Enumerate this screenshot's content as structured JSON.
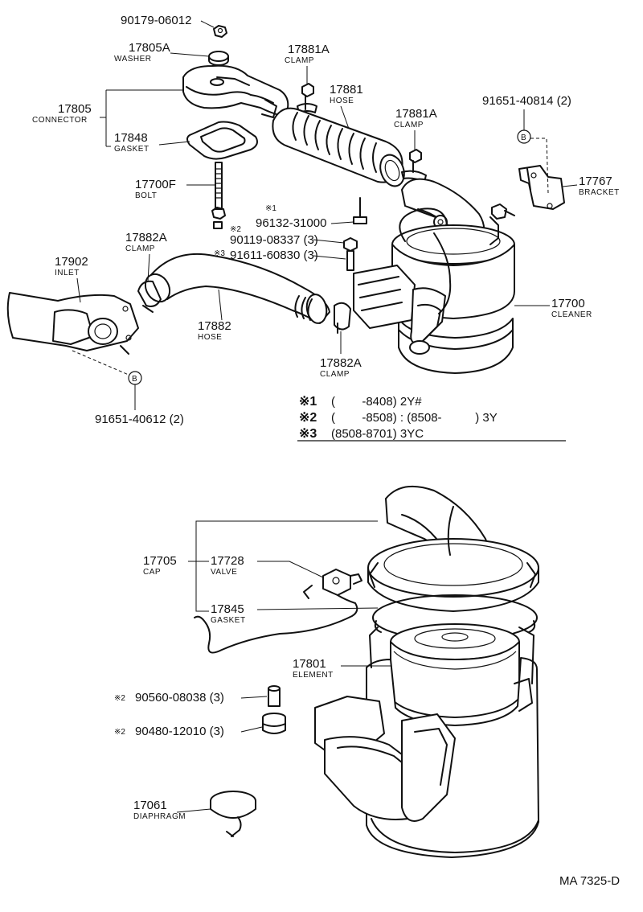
{
  "labels": {
    "p90179": "90179-06012",
    "p17805A": "17805A",
    "p17805A_name": "WASHER",
    "p17881A_top": "17881A",
    "p17881A_top_name": "CLAMP",
    "p17881": "17881",
    "p17881_name": "HOSE",
    "p17881A_mid": "17881A",
    "p17881A_mid_name": "CLAMP",
    "p91651_40814": "91651-40814 (2)",
    "p17805": "17805",
    "p17805_name": "CONNECTOR",
    "p17848": "17848",
    "p17848_name": "GASKET",
    "p17767": "17767",
    "p17767_name": "BRACKET",
    "p17700F": "17700F",
    "p17700F_name": "BOLT",
    "p96132_mark": "※1",
    "p96132": "96132-31000",
    "p90119_mark": "※2",
    "p90119": "90119-08337 (3)",
    "p91611_mark": "※3",
    "p91611": "91611-60830 (3)",
    "p17882A_top": "17882A",
    "p17882A_top_name": "CLAMP",
    "p17902": "17902",
    "p17902_name": "INLET",
    "p17882": "17882",
    "p17882_name": "HOSE",
    "p17700": "17700",
    "p17700_name": "CLEANER",
    "p17882A_bot": "17882A",
    "p17882A_bot_name": "CLAMP",
    "p91651_40612": "91651-40612 (2)",
    "p17705": "17705",
    "p17705_name": "CAP",
    "p17728": "17728",
    "p17728_name": "VALVE",
    "p17845": "17845",
    "p17845_name": "GASKET",
    "p17801": "17801",
    "p17801_name": "ELEMENT",
    "p90560_mark": "※2",
    "p90560": "90560-08038 (3)",
    "p90480_mark": "※2",
    "p90480": "90480-12010 (3)",
    "p17061": "17061",
    "p17061_name": "DIAPHRAGM",
    "callout_b": "B",
    "figure_id": "MA 7325-D"
  },
  "notes": [
    {
      "mark": "※1",
      "text": "(        -8408) 2Y#"
    },
    {
      "mark": "※2",
      "text": "(        -8508) : (8508-          ) 3Y"
    },
    {
      "mark": "※3",
      "text": "(8508-8701) 3YC"
    }
  ]
}
